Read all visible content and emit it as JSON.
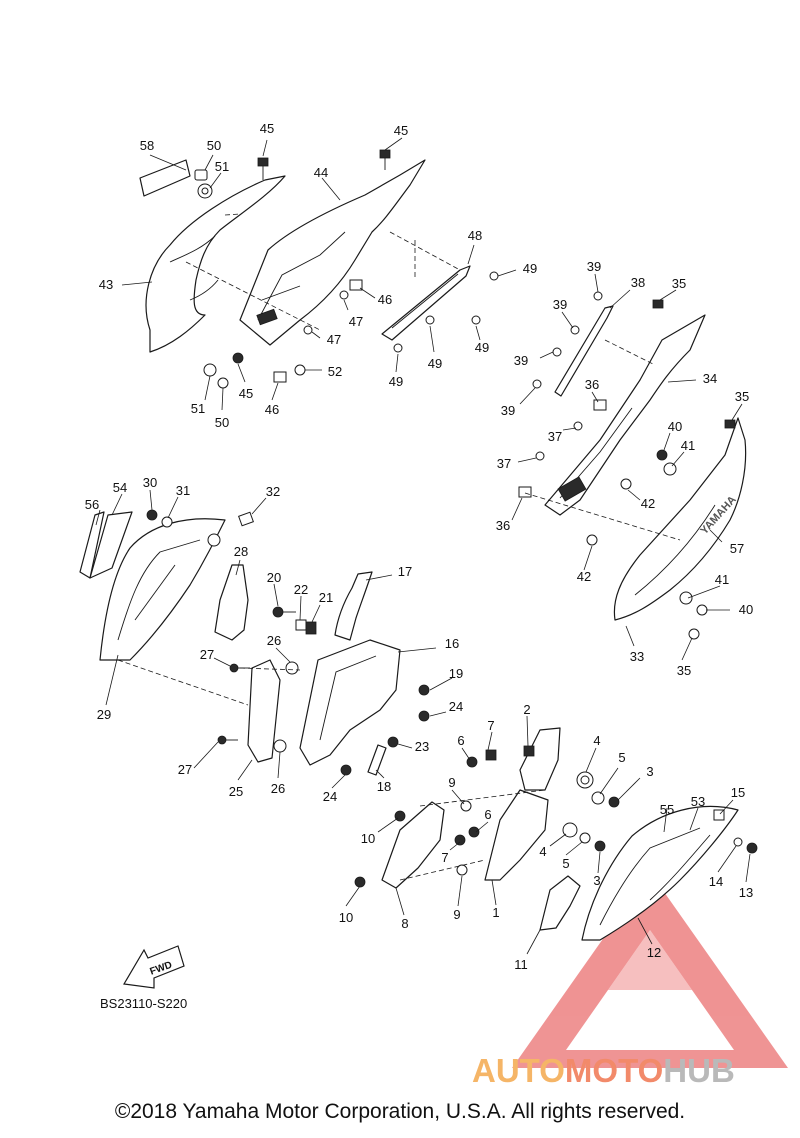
{
  "colors": {
    "watermark_triangle": "#e23c3c",
    "watermark_auto": "#f5b567",
    "watermark_moto": "#f28a6a",
    "watermark_hub": "#b9b9b9"
  },
  "brand_on_part": "YAMAHA",
  "forward_arrow": {
    "label": "FWD"
  },
  "reference_code": "BS23110-S220",
  "copyright": "©2018 Yamaha Motor Corporation, U.S.A. All rights reserved.",
  "watermark": {
    "part1": "AUTO",
    "part2": "MOTO",
    "part3": "HUB"
  },
  "callouts": [
    "58",
    "50",
    "51",
    "45",
    "44",
    "45",
    "43",
    "45",
    "51",
    "50",
    "46",
    "47",
    "52",
    "46",
    "47",
    "48",
    "49",
    "49",
    "49",
    "49",
    "39",
    "38",
    "35",
    "39",
    "39",
    "34",
    "39",
    "36",
    "37",
    "35",
    "37",
    "40",
    "41",
    "42",
    "36",
    "57",
    "42",
    "56",
    "54",
    "30",
    "31",
    "32",
    "28",
    "29",
    "20",
    "22",
    "21",
    "17",
    "16",
    "27",
    "26",
    "19",
    "24",
    "27",
    "25",
    "26",
    "24",
    "23",
    "18",
    "7",
    "2",
    "6",
    "4",
    "5",
    "3",
    "9",
    "6",
    "10",
    "4",
    "5",
    "7",
    "55",
    "53",
    "15",
    "3",
    "1",
    "14",
    "13",
    "10",
    "9",
    "8",
    "11",
    "12",
    "41",
    "40",
    "33",
    "35"
  ]
}
